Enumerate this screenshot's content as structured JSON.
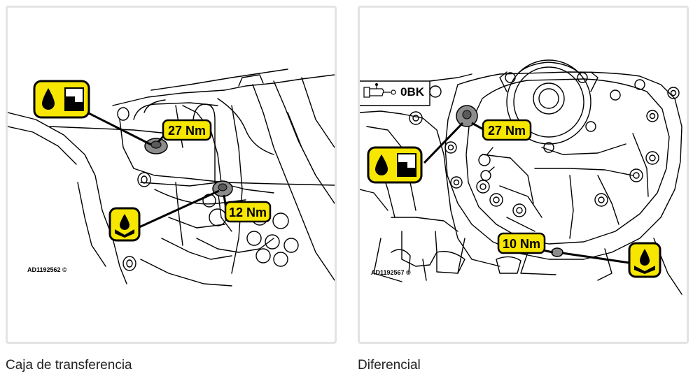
{
  "panels": [
    {
      "caption": "Caja de transferencia",
      "diagram_code": "AD1192562 ©",
      "torques": [
        "27 Nm",
        "12 Nm"
      ]
    },
    {
      "caption": "Diferencial",
      "diagram_code": "AD1192567 ©",
      "tool_label": "0BK",
      "torques": [
        "27 Nm",
        "10 Nm"
      ]
    }
  ],
  "colors": {
    "label_fill": "#f7e600",
    "label_stroke": "#000000",
    "line": "#000000",
    "panel_border": "#e3e3e3"
  },
  "icons": [
    "oil-fill-plug-icon",
    "oil-drain-plug-icon",
    "tool-icon"
  ]
}
